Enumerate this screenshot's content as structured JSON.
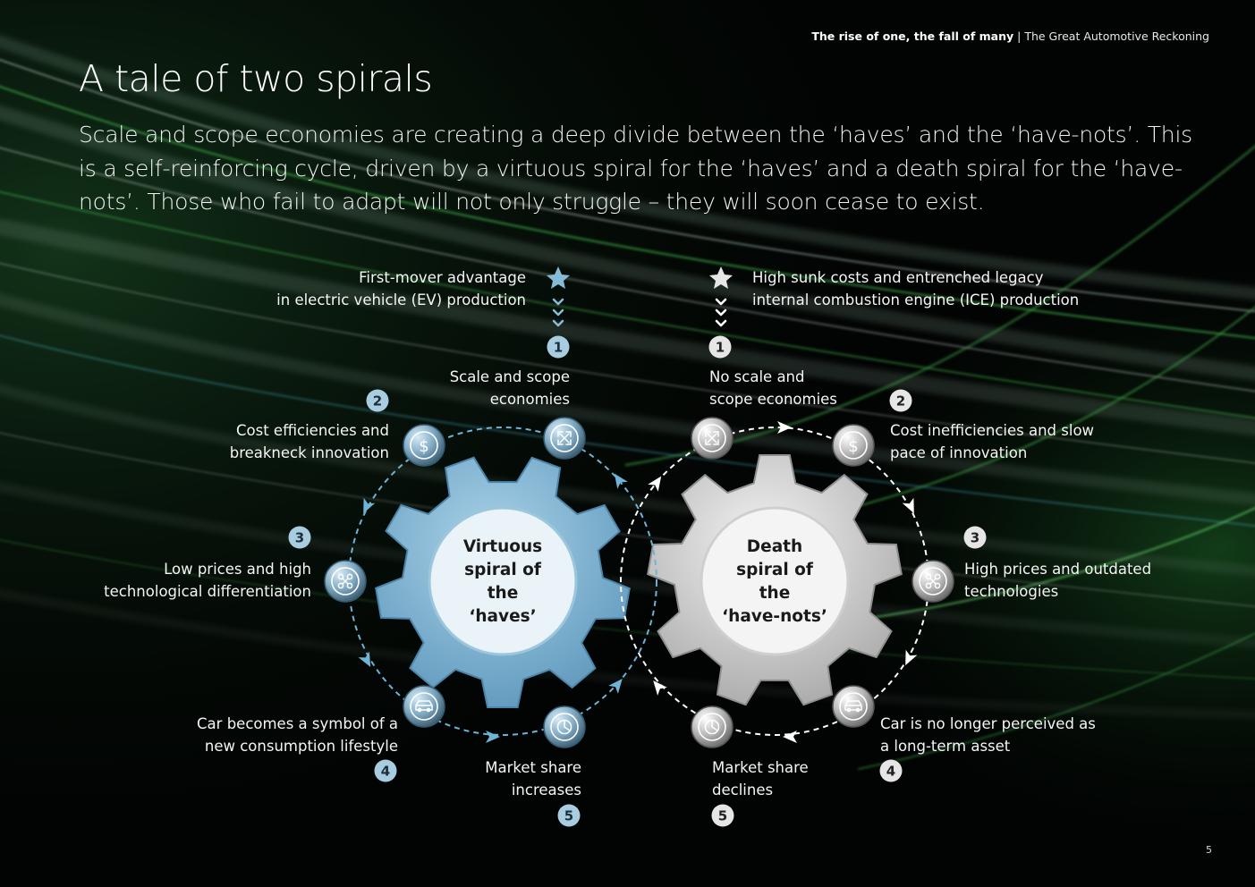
{
  "header": {
    "bold": "The rise of one, the fall of many",
    "separator": " | ",
    "rest": "The Great Automotive Reckoning"
  },
  "title": "A tale of two spirals",
  "subtitle": "Scale and scope economies are creating a deep divide between the ‘haves’ and the ‘have-nots’. This is a self-reinforcing cycle, driven by a virtuous spiral for the ‘haves’ and a death spiral for the ‘have-nots’. Those who fail to adapt will not only struggle – they will soon cease to exist.",
  "page_number": "5",
  "colors": {
    "accent_blue": "#6fb3d6",
    "gear_blue": "#86bbd8",
    "gear_grey": "#d4d4d4",
    "badge_blue": "#a9cde0",
    "badge_grey": "#e6e6e6",
    "bg_green": "#3fae4a"
  },
  "virtuous": {
    "core": [
      "Virtuous",
      "spiral of",
      "the",
      "‘haves’"
    ],
    "trigger": [
      "First-mover advantage",
      "in electric vehicle (EV) production"
    ],
    "trigger_icon": "star-icon",
    "steps": [
      {
        "num": "1",
        "lines": [
          "Scale and scope",
          "economies"
        ],
        "icon": "expand-arrows-icon"
      },
      {
        "num": "2",
        "lines": [
          "Cost efficiencies and",
          "breakneck innovation"
        ],
        "icon": "dollar-icon"
      },
      {
        "num": "3",
        "lines": [
          "Low prices and high",
          "technological differentiation"
        ],
        "icon": "network-icon"
      },
      {
        "num": "4",
        "lines": [
          "Car becomes a symbol of a",
          "new consumption lifestyle"
        ],
        "icon": "car-icon"
      },
      {
        "num": "5",
        "lines": [
          "Market share",
          "increases"
        ],
        "icon": "pie-chart-icon"
      }
    ]
  },
  "death": {
    "core": [
      "Death",
      "spiral of",
      "the",
      "‘have-nots’"
    ],
    "trigger": [
      "High sunk costs and entrenched legacy",
      "internal combustion engine (ICE) production"
    ],
    "trigger_icon": "star-icon",
    "steps": [
      {
        "num": "1",
        "lines": [
          "No scale and",
          "scope economies"
        ],
        "icon": "expand-arrows-icon"
      },
      {
        "num": "2",
        "lines": [
          "Cost inefficiencies and slow",
          "pace of innovation"
        ],
        "icon": "dollar-icon"
      },
      {
        "num": "3",
        "lines": [
          "High prices and outdated",
          "technologies"
        ],
        "icon": "network-icon"
      },
      {
        "num": "4",
        "lines": [
          "Car is no longer perceived as",
          "a long-term asset"
        ],
        "icon": "car-icon"
      },
      {
        "num": "5",
        "lines": [
          "Market share",
          "declines"
        ],
        "icon": "pie-chart-icon"
      }
    ]
  }
}
